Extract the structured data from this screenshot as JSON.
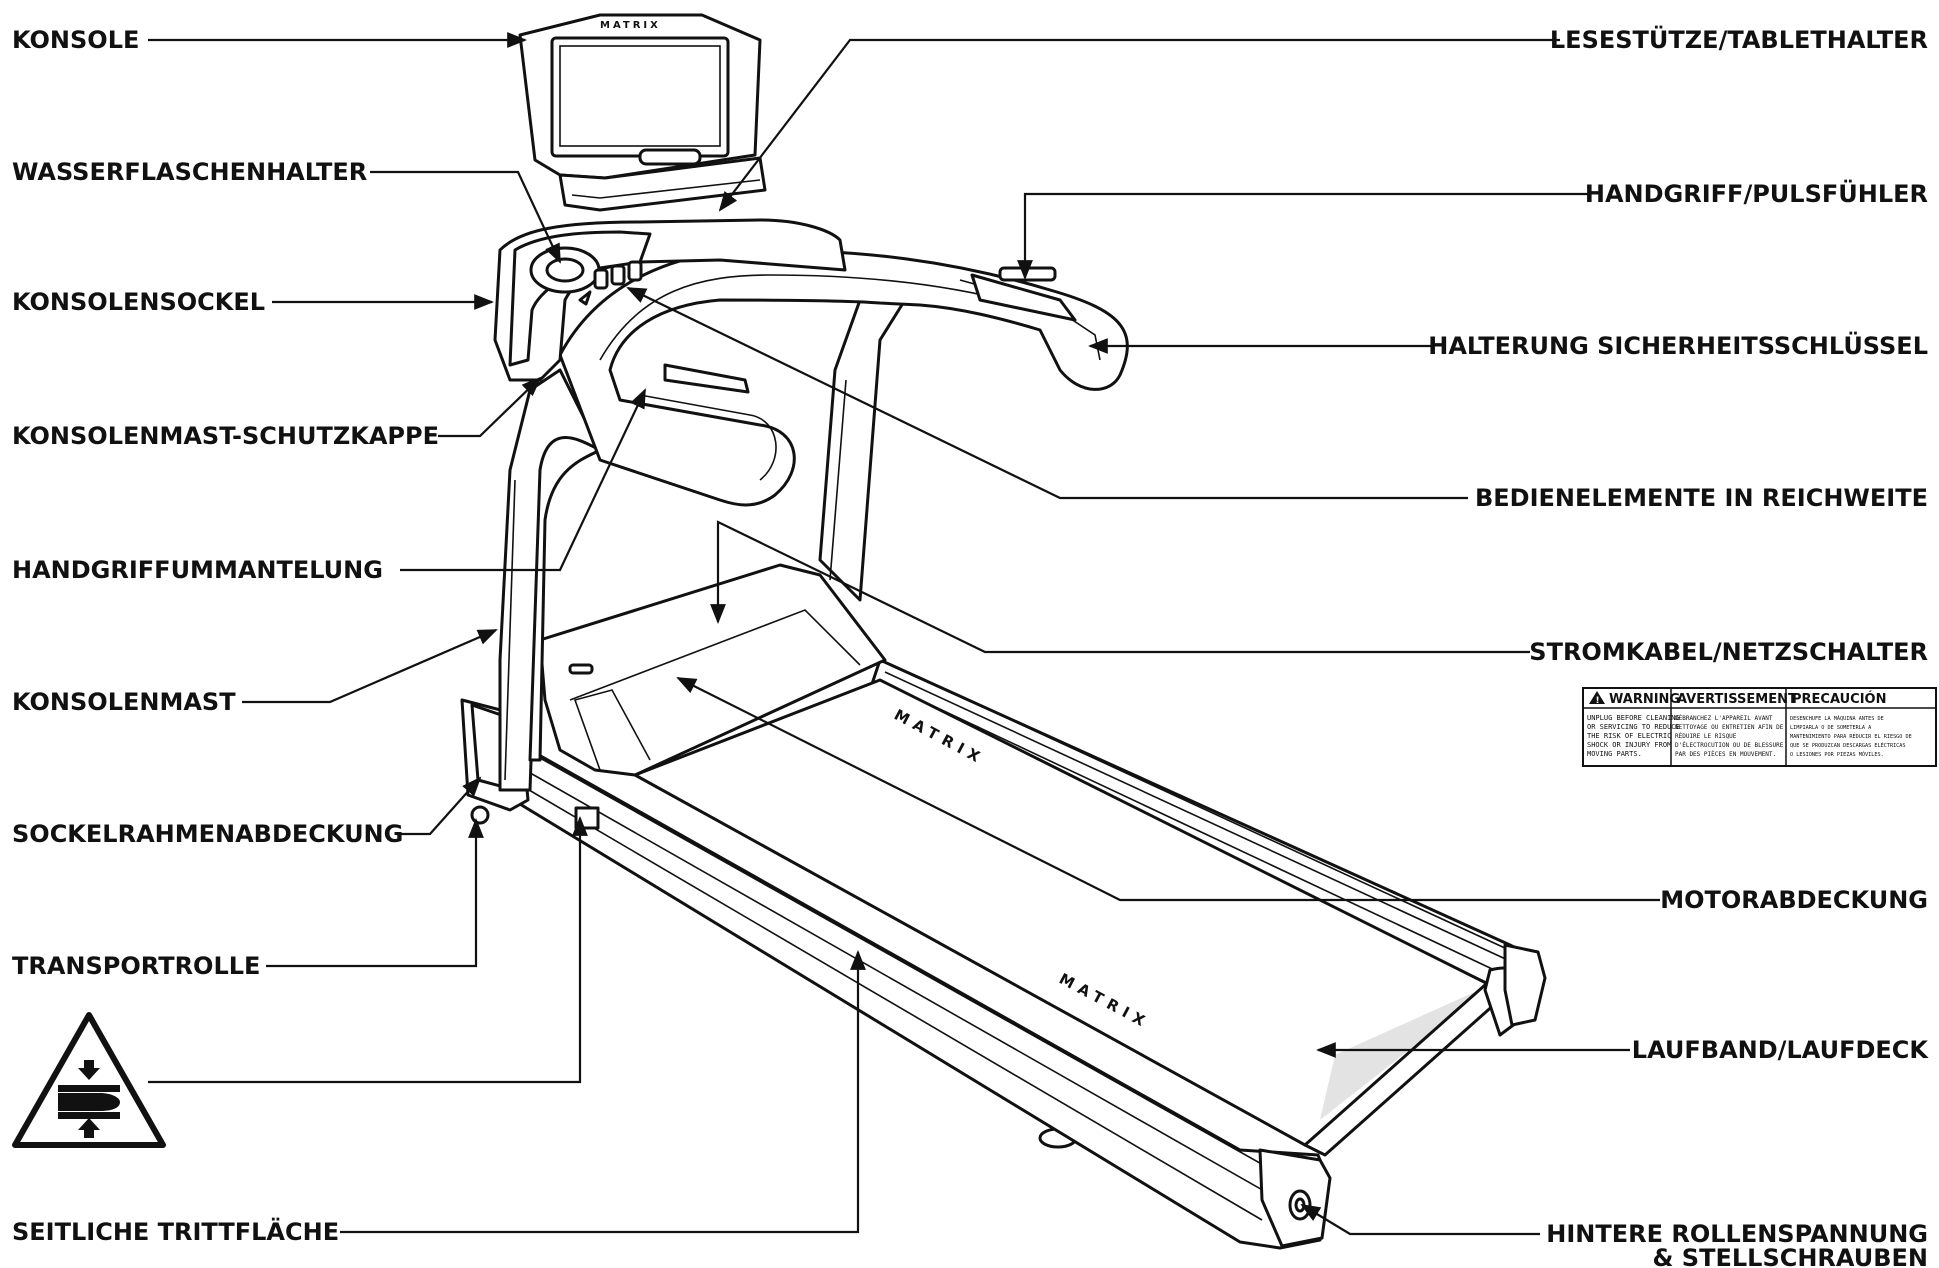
{
  "labels": {
    "konsole": "KONSOLE",
    "wasserflaschenhalter": "WASSERFLASCHENHALTER",
    "konsolensockel": "KONSOLENSOCKEL",
    "konsolenmast_schutzkappe": "KONSOLENMAST-SCHUTZKAPPE",
    "handgriffummantelung": "HANDGRIFFUMMANTELUNG",
    "konsolenmast": "KONSOLENMAST",
    "sockelrahmenabdeckung": "SOCKELRAHMENABDECKUNG",
    "transportrolle": "TRANSPORTROLLE",
    "seitliche_trittflaeche": "SEITLICHE TRITTFLÄCHE",
    "lesestuetze": "LESESTÜTZE/TABLETHALTER",
    "handgriff_pulsfuehler": "HANDGRIFF/PULSFÜHLER",
    "halterung_sicherheitsschluessel": "HALTERUNG SICHERHEITSSCHLÜSSEL",
    "bedienelemente": "BEDIENELEMENTE IN REICHWEITE",
    "stromkabel": "STROMKABEL/NETZSCHALTER",
    "motorabdeckung": "MOTORABDECKUNG",
    "laufband": "LAUFBAND/LAUFDECK",
    "hintere_rollenspannung_1": "HINTERE ROLLENSPANNUNG",
    "hintere_rollenspannung_2": "& STELLSCHRAUBEN"
  },
  "brand": "MATRIX",
  "warning_label": {
    "en_head": "WARNING",
    "fr_head": "AVERTISSEMENT",
    "es_head": "PRECAUCIÓN",
    "en_text": [
      "UNPLUG BEFORE CLEANING",
      "OR SERVICING TO REDUCE",
      "THE RISK OF ELECTRIC",
      "SHOCK OR INJURY FROM",
      "MOVING PARTS."
    ],
    "fr_text": [
      "DÉBRANCHEZ L'APPAREIL AVANT",
      "NETTOYAGE OU ENTRETIEN AFIN DE",
      "RÉDUIRE LE RISQUE",
      "D'ÉLECTROCUTION OU DE BLESSURE",
      "PAR DES PIÈCES EN MOUVEMENT."
    ],
    "es_text": [
      "DESENCHUFE LA MÁQUINA ANTES DE",
      "LIMPIARLA O DE SOMETERLA A",
      "MANTENIMIENTO PARA REDUCIR EL RIESGO DE",
      "QUE SE PRODUZCAN DESCARGAS ELÉCTRICAS",
      "O LESIONES POR PIEZAS MÓVILES."
    ]
  },
  "icons": [
    "crush-hazard-icon",
    "warning-triangle-icon"
  ]
}
